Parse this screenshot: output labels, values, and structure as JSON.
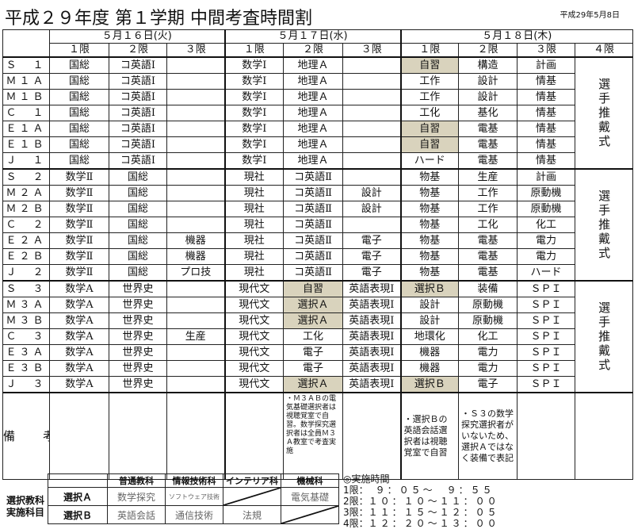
{
  "title": "平成２９年度 第１学期 中間考査時間割",
  "date": "平成29年5月8日",
  "days": [
    {
      "label": "５月１６日(火)",
      "periods": [
        "１限",
        "２限",
        "３限"
      ]
    },
    {
      "label": "５月１７日(水)",
      "periods": [
        "１限",
        "２限",
        "３限"
      ]
    },
    {
      "label": "５月１８日(木)",
      "periods": [
        "１限",
        "２限",
        "３限",
        "４限"
      ]
    }
  ],
  "ceremony": "選手推戴式",
  "blocks": [
    {
      "rows": [
        {
          "cls": "Ｓ　１",
          "cells": [
            "国総",
            "コ英語Ⅰ",
            "",
            "数学Ⅰ",
            "地理Ａ",
            "",
            "自習",
            "構造",
            "計画"
          ]
        },
        {
          "cls": "Ｍ１Ａ",
          "cells": [
            "国総",
            "コ英語Ⅰ",
            "",
            "数学Ⅰ",
            "地理Ａ",
            "",
            "工作",
            "設計",
            "情基"
          ]
        },
        {
          "cls": "Ｍ１Ｂ",
          "cells": [
            "国総",
            "コ英語Ⅰ",
            "",
            "数学Ⅰ",
            "地理Ａ",
            "",
            "工作",
            "設計",
            "情基"
          ]
        },
        {
          "cls": "Ｃ　１",
          "cells": [
            "国総",
            "コ英語Ⅰ",
            "",
            "数学Ⅰ",
            "地理Ａ",
            "",
            "工化",
            "基化",
            "情基"
          ]
        },
        {
          "cls": "Ｅ１Ａ",
          "cells": [
            "国総",
            "コ英語Ⅰ",
            "",
            "数学Ⅰ",
            "地理Ａ",
            "",
            "自習",
            "電基",
            "情基"
          ]
        },
        {
          "cls": "Ｅ１Ｂ",
          "cells": [
            "国総",
            "コ英語Ⅰ",
            "",
            "数学Ⅰ",
            "地理Ａ",
            "",
            "自習",
            "電基",
            "情基"
          ]
        },
        {
          "cls": "Ｊ　１",
          "cells": [
            "国総",
            "コ英語Ⅰ",
            "",
            "数学Ⅰ",
            "地理Ａ",
            "",
            "ハード",
            "電基",
            "情基"
          ]
        }
      ]
    },
    {
      "rows": [
        {
          "cls": "Ｓ　２",
          "cells": [
            "数学Ⅱ",
            "国総",
            "",
            "現社",
            "コ英語Ⅱ",
            "",
            "物基",
            "生産",
            "計画"
          ]
        },
        {
          "cls": "Ｍ２Ａ",
          "cells": [
            "数学Ⅱ",
            "国総",
            "",
            "現社",
            "コ英語Ⅱ",
            "設計",
            "物基",
            "工作",
            "原動機"
          ]
        },
        {
          "cls": "Ｍ２Ｂ",
          "cells": [
            "数学Ⅱ",
            "国総",
            "",
            "現社",
            "コ英語Ⅱ",
            "設計",
            "物基",
            "工作",
            "原動機"
          ]
        },
        {
          "cls": "Ｃ　２",
          "cells": [
            "数学Ⅱ",
            "国総",
            "",
            "現社",
            "コ英語Ⅱ",
            "",
            "物基",
            "工化",
            "化工"
          ]
        },
        {
          "cls": "Ｅ２Ａ",
          "cells": [
            "数学Ⅱ",
            "国総",
            "機器",
            "現社",
            "コ英語Ⅱ",
            "電子",
            "物基",
            "電基",
            "電力"
          ]
        },
        {
          "cls": "Ｅ２Ｂ",
          "cells": [
            "数学Ⅱ",
            "国総",
            "機器",
            "現社",
            "コ英語Ⅱ",
            "電子",
            "物基",
            "電基",
            "電力"
          ]
        },
        {
          "cls": "Ｊ　２",
          "cells": [
            "数学Ⅱ",
            "国総",
            "プロ技",
            "現社",
            "コ英語Ⅱ",
            "電子",
            "物基",
            "電基",
            "ハード"
          ]
        }
      ]
    },
    {
      "rows": [
        {
          "cls": "Ｓ　３",
          "cells": [
            "数学A",
            "世界史",
            "",
            "現代文",
            "自習",
            "英語表現Ⅰ",
            "選択Ｂ",
            "装備",
            "ＳＰＩ"
          ]
        },
        {
          "cls": "Ｍ３Ａ",
          "cells": [
            "数学A",
            "世界史",
            "",
            "現代文",
            "選択Ａ",
            "英語表現Ⅰ",
            "設計",
            "原動機",
            "ＳＰＩ"
          ]
        },
        {
          "cls": "Ｍ３Ｂ",
          "cells": [
            "数学A",
            "世界史",
            "",
            "現代文",
            "選択Ａ",
            "英語表現Ⅰ",
            "設計",
            "原動機",
            "ＳＰＩ"
          ]
        },
        {
          "cls": "Ｃ　３",
          "cells": [
            "数学A",
            "世界史",
            "生産",
            "現代文",
            "工化",
            "英語表現Ⅰ",
            "地環化",
            "化工",
            "ＳＰＩ"
          ]
        },
        {
          "cls": "Ｅ３Ａ",
          "cells": [
            "数学A",
            "世界史",
            "",
            "現代文",
            "電子",
            "英語表現Ⅰ",
            "機器",
            "電力",
            "ＳＰＩ"
          ]
        },
        {
          "cls": "Ｅ３Ｂ",
          "cells": [
            "数学A",
            "世界史",
            "",
            "現代文",
            "電子",
            "英語表現Ⅰ",
            "機器",
            "電力",
            "ＳＰＩ"
          ]
        },
        {
          "cls": "Ｊ　３",
          "cells": [
            "数学A",
            "世界史",
            "",
            "現代文",
            "選択Ａ",
            "英語表現Ⅰ",
            "選択Ｂ",
            "電子",
            "ＳＰＩ"
          ]
        }
      ]
    }
  ],
  "shaded": [
    [
      0,
      0,
      6
    ],
    [
      0,
      4,
      6
    ],
    [
      0,
      5,
      6
    ],
    [
      2,
      0,
      4
    ],
    [
      2,
      1,
      4
    ],
    [
      2,
      2,
      4
    ],
    [
      2,
      6,
      4
    ],
    [
      2,
      0,
      6
    ],
    [
      2,
      6,
      6
    ]
  ],
  "notes": {
    "label": "備　考",
    "cells": [
      "",
      "",
      "",
      "",
      "・Ｍ３ＡＢの電気基礎選択者は視聴覚室で自習。数学探究選択者は全員Ｍ３Ａ教室で考査実施",
      "",
      "・選択Ｂの英語会話選択者は視聴覚室で自習",
      "・Ｓ３の数学探究選択者がいないため、選択Ａではなく装備で表記",
      "",
      ""
    ]
  },
  "selection": {
    "label_lines": [
      "選択教科",
      "実施科目"
    ],
    "headers": [
      "普通教科",
      "情報技術科",
      "インテリア科",
      "機械科"
    ],
    "rows": [
      {
        "label": "選択Ａ",
        "cells": [
          "数学探究",
          "ソフトウェア技術",
          "",
          "電気基礎"
        ]
      },
      {
        "label": "選択Ｂ",
        "cells": [
          "英語会話",
          "通信技術",
          "法規",
          ""
        ]
      }
    ]
  },
  "times": {
    "title": "◎実施時間",
    "rows": [
      {
        "p": "1限：",
        "t": "　９：０５～　９：５５"
      },
      {
        "p": "2限：",
        "t": "１０：１０～１１：００"
      },
      {
        "p": "3限：",
        "t": "１１：１５～１２：０５"
      },
      {
        "p": "4限：",
        "t": "１２：２０～１３：００"
      }
    ]
  },
  "colors": {
    "shade": "#d9d3bd"
  }
}
